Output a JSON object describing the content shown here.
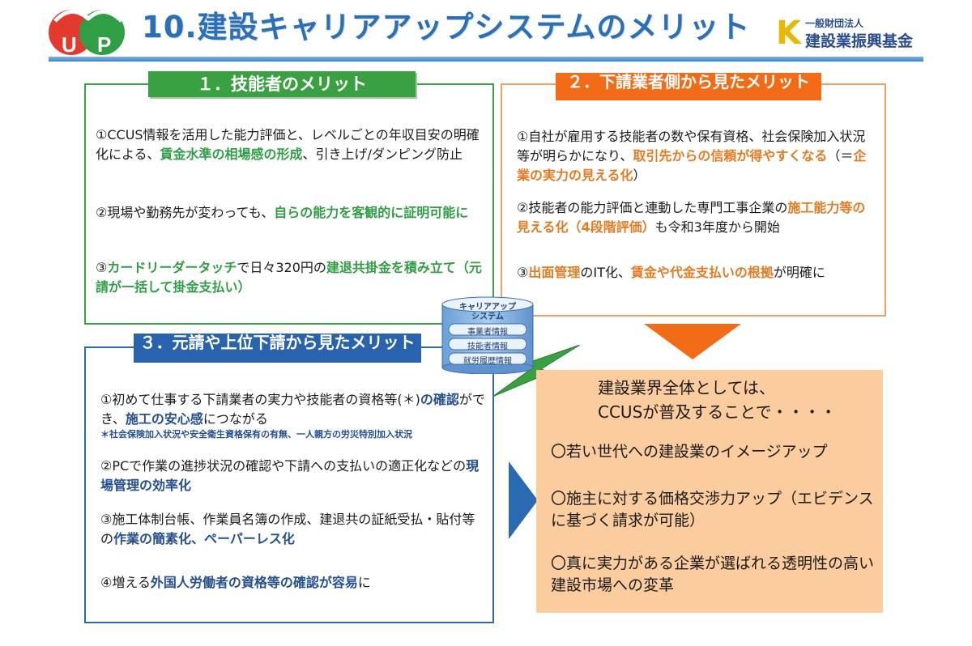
{
  "header": {
    "title": "10.建設キャリアアップシステムのメリット",
    "logo_letters": [
      "U",
      "P"
    ],
    "org_small": "一般財団法人",
    "org_name": "建設業振興基金",
    "org_mark": "K"
  },
  "box1": {
    "heading": "１．技能者のメリット",
    "items": [
      {
        "a": "①CCUS情報を活用した能力評価と、レベルごとの年収目安の明確化による、",
        "b": "賃金水準の相場感の形成",
        "c": "、引き上げ/ダンピング防止"
      },
      {
        "a": "②現場や勤務先が変わっても、",
        "b": "自らの能力を客観的に証明可能に",
        "c": ""
      },
      {
        "a": "③",
        "b": "カードリーダータッチ",
        "c": "で日々320円の",
        "d": "建退共掛金を積み立て（元請が一括して掛金支払い）"
      }
    ]
  },
  "box2": {
    "heading": "２．下請業者側から見たメリット",
    "items": [
      {
        "a": "①自社が雇用する技能者の数や保有資格、社会保険加入状況等が明らかになり、",
        "b": "取引先からの信頼が得やすくなる",
        "c": "（＝",
        "d": "企業の実力の見える化",
        "e": "）"
      },
      {
        "a": "②技能者の能力評価と連動した専門工事企業の",
        "b": "施工能力等の見える化（4段階評価）",
        "c": "も令和3年度から開始"
      },
      {
        "a": "③",
        "b": "出面管理",
        "c": "のIT化、",
        "d": "賃金や代金支払いの根拠",
        "e": "が明確に"
      }
    ]
  },
  "box3": {
    "heading": "３．元請や上位下請から見たメリット",
    "items": [
      {
        "a": "①初めて仕事する下請業者の実力や技能者の資格等(＊)",
        "b": "の確認",
        "c": "ができ、",
        "d": "施工の安心感",
        "e": "につながる"
      },
      {
        "note": "＊社会保険加入状況や安全衛生資格保有の有無、一人親方の労災特別加入状況"
      },
      {
        "a": "②PCで作業の進捗状況の確認や下請への支払いの適正化などの",
        "b": "現場管理の効率化",
        "c": ""
      },
      {
        "a": "③施工体制台帳、作業員名簿の作成、建退共の証紙受払・貼付等の",
        "b": "作業の簡素化、ペーパーレス化",
        "c": ""
      },
      {
        "a": "④増える",
        "b": "外国人労働者の資格等の確認が容易",
        "c": "に"
      }
    ]
  },
  "database": {
    "title_line1": "キャリアアップ",
    "title_line2": "システム",
    "rows": [
      "事業者情報",
      "技能者情報",
      "就労履歴情報"
    ]
  },
  "box4": {
    "heading_line1": "建設業界全体としては、",
    "heading_line2": "CCUSが普及することで・・・・",
    "items": [
      "〇若い世代への建設業のイメージアップ",
      "〇施主に対する価格交渉力アップ（エビデンスに基づく請求が可能）",
      "〇真に実力がある企業が選ばれる透明性の高い建設市場への変革"
    ]
  },
  "colors": {
    "green": "#3aa142",
    "orange": "#f26b16",
    "blue": "#2a63ad",
    "peach": "#fbcc9e",
    "title_blue": "#2a6fb8"
  }
}
